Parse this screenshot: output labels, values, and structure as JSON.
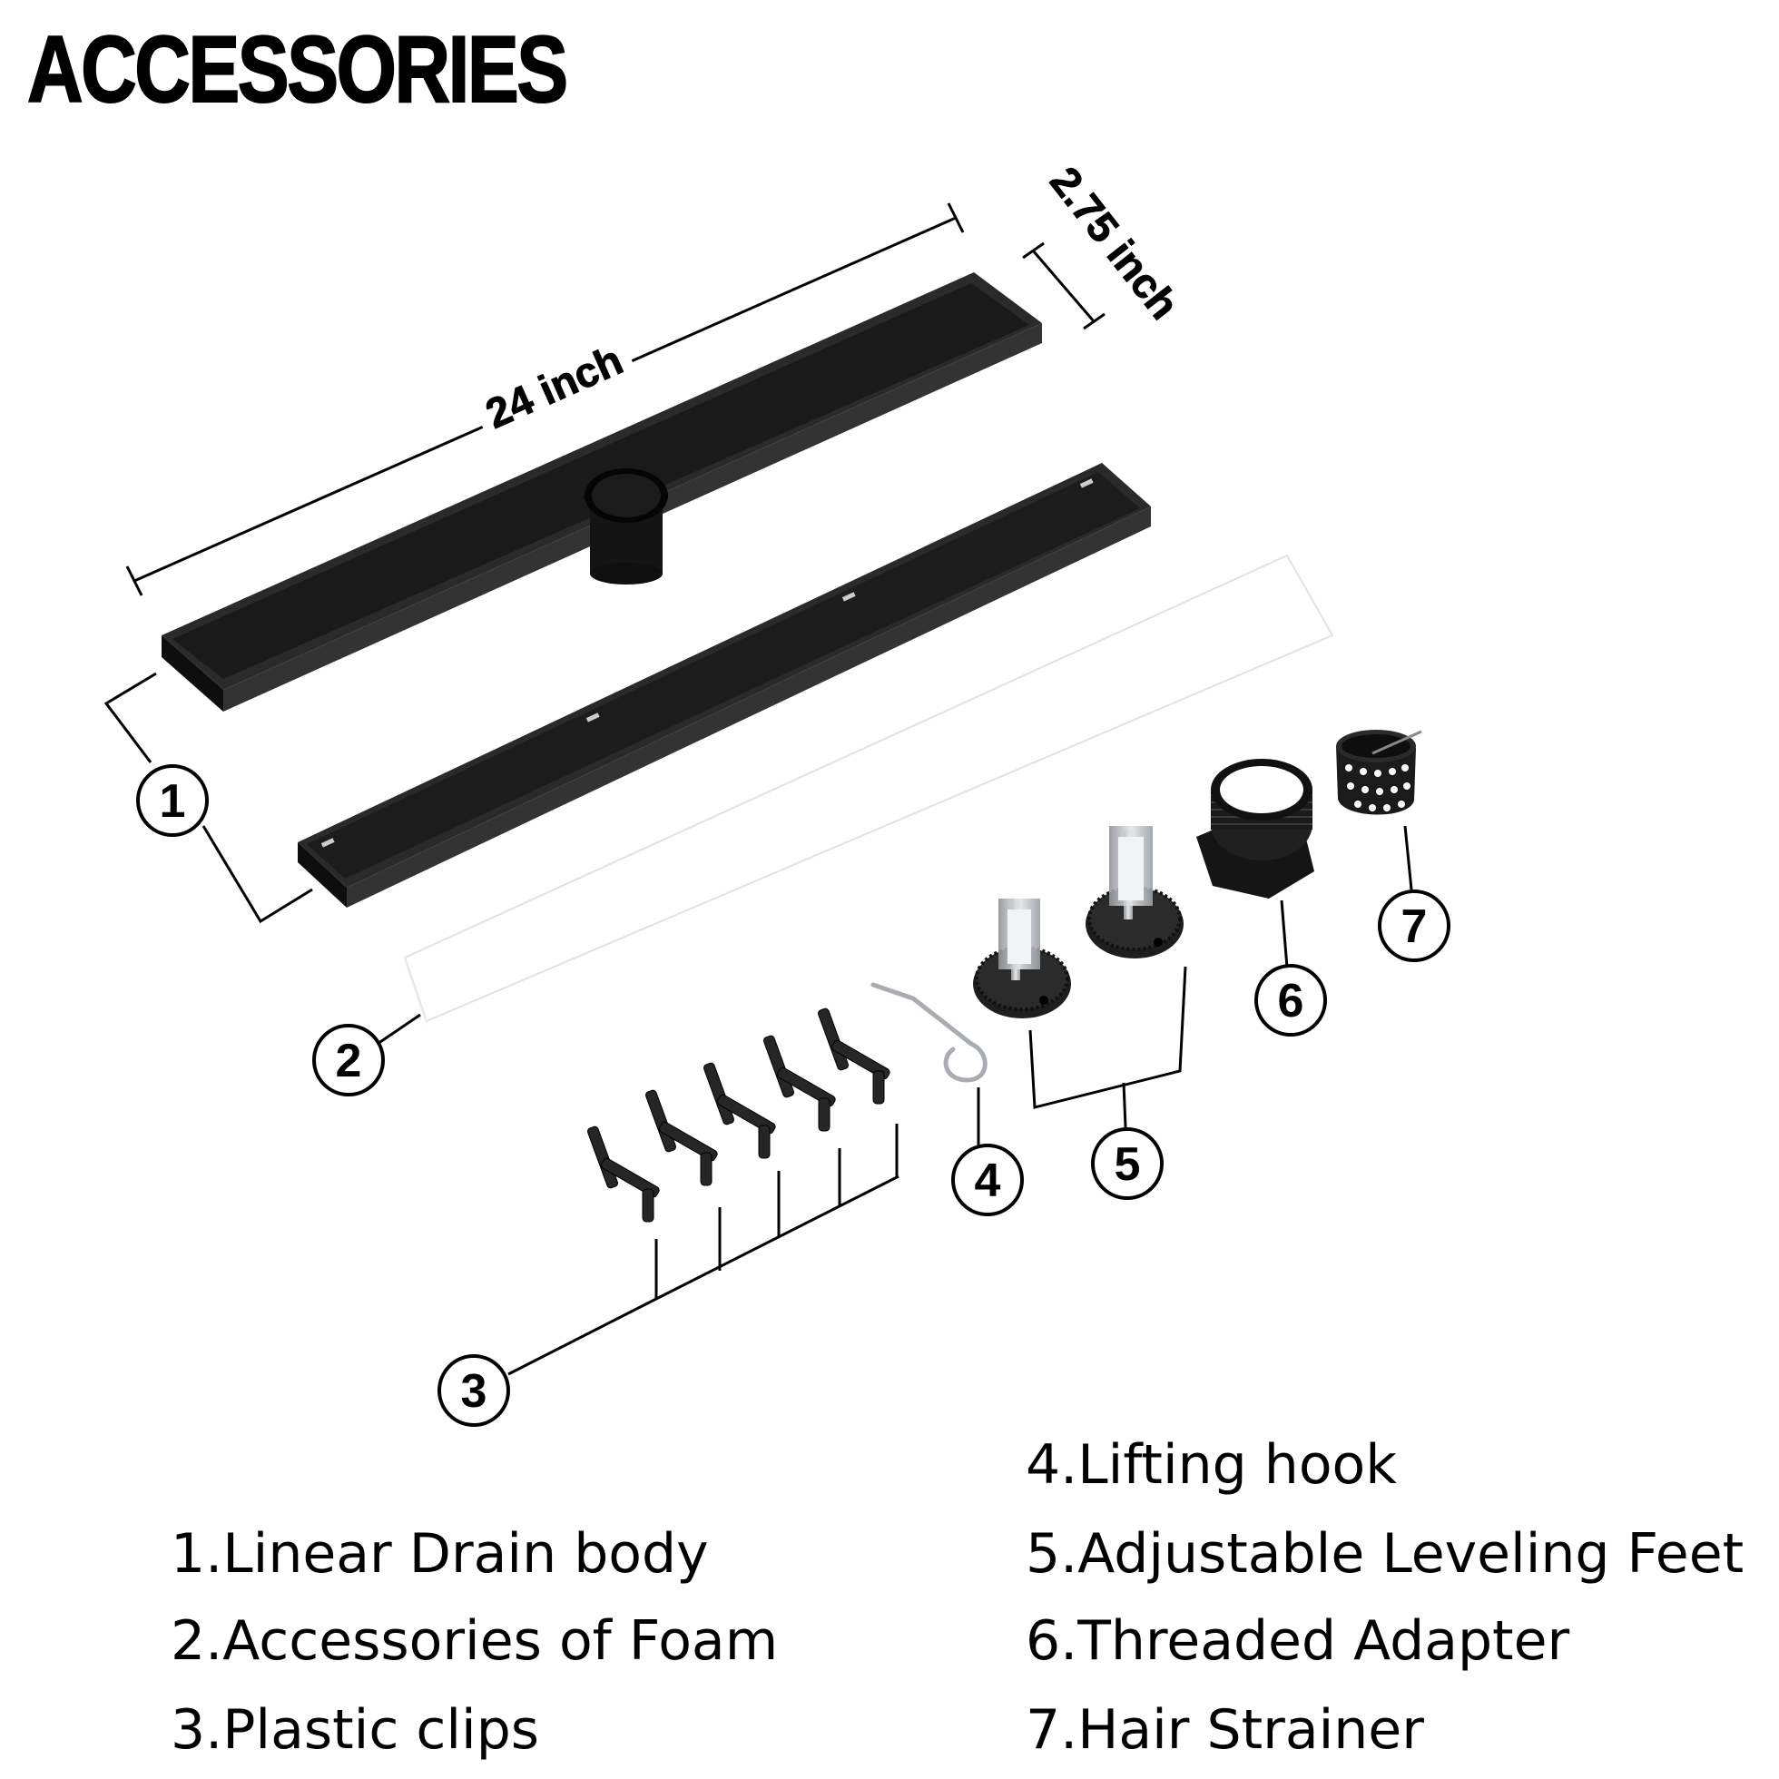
{
  "title": "ACCESSORIES",
  "dimensions": {
    "length": "24 inch",
    "width": "2.75 inch"
  },
  "callouts": [
    "1",
    "2",
    "3",
    "4",
    "5",
    "6",
    "7"
  ],
  "legend": {
    "left": [
      "1.Linear Drain body",
      "2.Accessories of Foam",
      "3.Plastic clips"
    ],
    "right": [
      "4.Lifting hook",
      "5.Adjustable Leveling Feet",
      "6.Threaded Adapter",
      "7.Hair Strainer"
    ]
  },
  "colors": {
    "drain_body": "#1c1c1c",
    "foam": "#ffffff",
    "metal": "#c8ccd0"
  }
}
